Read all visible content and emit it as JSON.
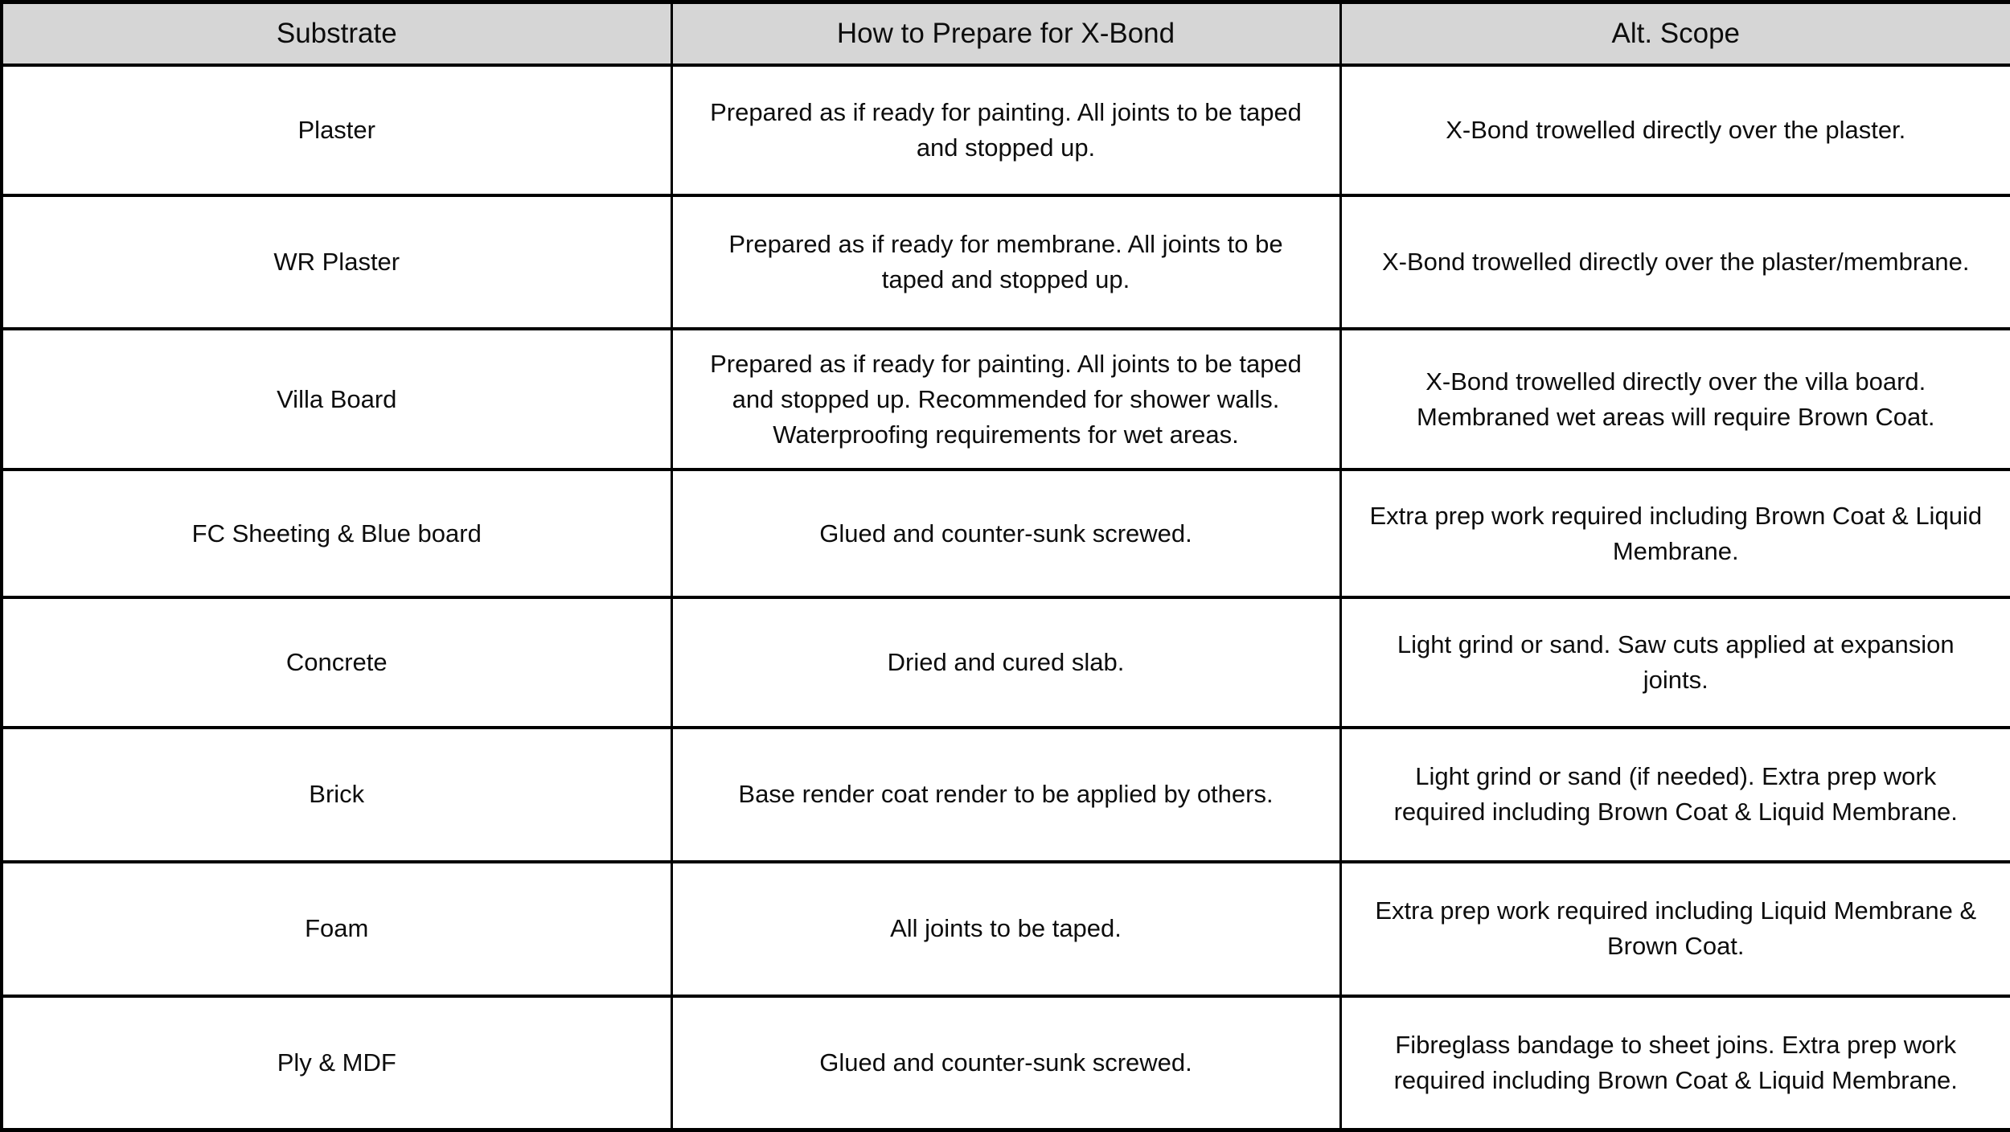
{
  "table": {
    "columns": [
      {
        "key": "substrate",
        "label": "Substrate"
      },
      {
        "key": "prepare",
        "label": "How to Prepare for X-Bond"
      },
      {
        "key": "altscope",
        "label": "Alt. Scope"
      }
    ],
    "header_background": "#d6d6d6",
    "body_background": "#ffffff",
    "border_color": "#000000",
    "text_color": "#0d0d0d",
    "rows": [
      {
        "substrate": "Plaster",
        "prepare": "Prepared as if ready for painting. All joints to be taped and stopped up.",
        "altscope": "X-Bond trowelled directly over the plaster."
      },
      {
        "substrate": "WR Plaster",
        "prepare": "Prepared as if ready for membrane. All joints to be taped and stopped up.",
        "altscope": "X-Bond trowelled directly over the plaster/membrane."
      },
      {
        "substrate": "Villa Board",
        "prepare": "Prepared as if ready for painting. All joints to be taped and stopped up. Recommended for shower walls. Waterproofing requirements for wet areas.",
        "altscope": "X-Bond trowelled directly over the villa board. Membraned wet areas will require Brown Coat."
      },
      {
        "substrate": "FC Sheeting & Blue board",
        "prepare": "Glued and counter-sunk screwed.",
        "altscope": "Extra prep work required including Brown Coat & Liquid Membrane."
      },
      {
        "substrate": "Concrete",
        "prepare": "Dried and cured slab.",
        "altscope": "Light grind or sand. Saw cuts applied at expansion joints."
      },
      {
        "substrate": "Brick",
        "prepare": "Base render coat render to be applied by others.",
        "altscope": "Light grind or sand (if needed). Extra prep work required including Brown Coat & Liquid Membrane."
      },
      {
        "substrate": "Foam",
        "prepare": "All joints to be taped.",
        "altscope": "Extra prep work required including Liquid Membrane & Brown Coat."
      },
      {
        "substrate": "Ply & MDF",
        "prepare": "Glued and counter-sunk screwed.",
        "altscope": "Fibreglass bandage to sheet joins. Extra prep work required including Brown Coat & Liquid Membrane."
      }
    ]
  }
}
